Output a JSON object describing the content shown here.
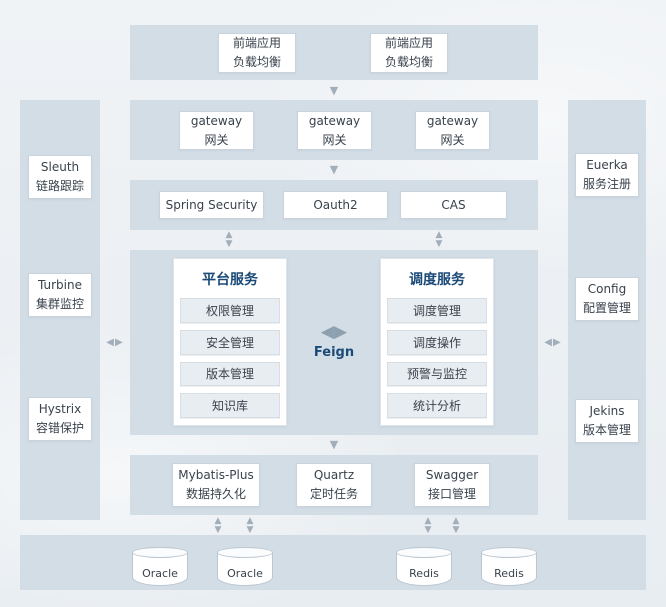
{
  "colors": {
    "band_bg": "#d3dde6",
    "accent_blue": "#1b4a78",
    "arrow_gray": "#a2aeba",
    "box_border": "#c9d3dc",
    "item_bg": "#e8edf1"
  },
  "icons": {
    "arrow_down": "▼",
    "arrow_up": "▲",
    "arrow_left": "◀",
    "arrow_right": "▶"
  },
  "top_band": {
    "items": [
      {
        "line1": "前端应用",
        "line2": "负载均衡"
      },
      {
        "line1": "前端应用",
        "line2": "负载均衡"
      }
    ]
  },
  "gateway_band": {
    "items": [
      {
        "line1": "gateway",
        "line2": "网关"
      },
      {
        "line1": "gateway",
        "line2": "网关"
      },
      {
        "line1": "gateway",
        "line2": "网关"
      }
    ]
  },
  "auth_band": {
    "items": [
      "Spring Security",
      "Oauth2",
      "CAS"
    ]
  },
  "left_band": {
    "items": [
      {
        "line1": "Sleuth",
        "line2": "链路跟踪"
      },
      {
        "line1": "Turbine",
        "line2": "集群监控"
      },
      {
        "line1": "Hystrix",
        "line2": "容错保护"
      }
    ]
  },
  "right_band": {
    "items": [
      {
        "line1": "Euerka",
        "line2": "服务注册"
      },
      {
        "line1": "Config",
        "line2": "配置管理"
      },
      {
        "line1": "Jekins",
        "line2": "版本管理"
      }
    ]
  },
  "platform_panel": {
    "title": "平台服务",
    "items": [
      "权限管理",
      "安全管理",
      "版本管理",
      "知识库"
    ]
  },
  "schedule_panel": {
    "title": "调度服务",
    "items": [
      "调度管理",
      "调度操作",
      "预警与监控",
      "统计分析"
    ]
  },
  "feign": {
    "label": "Feign"
  },
  "middleware_band": {
    "items": [
      {
        "line1": "Mybatis-Plus",
        "line2": "数据持久化"
      },
      {
        "line1": "Quartz",
        "line2": "定时任务"
      },
      {
        "line1": "Swagger",
        "line2": "接口管理"
      }
    ]
  },
  "db_band": {
    "items": [
      "Oracle",
      "Oracle",
      "Redis",
      "Redis"
    ]
  }
}
